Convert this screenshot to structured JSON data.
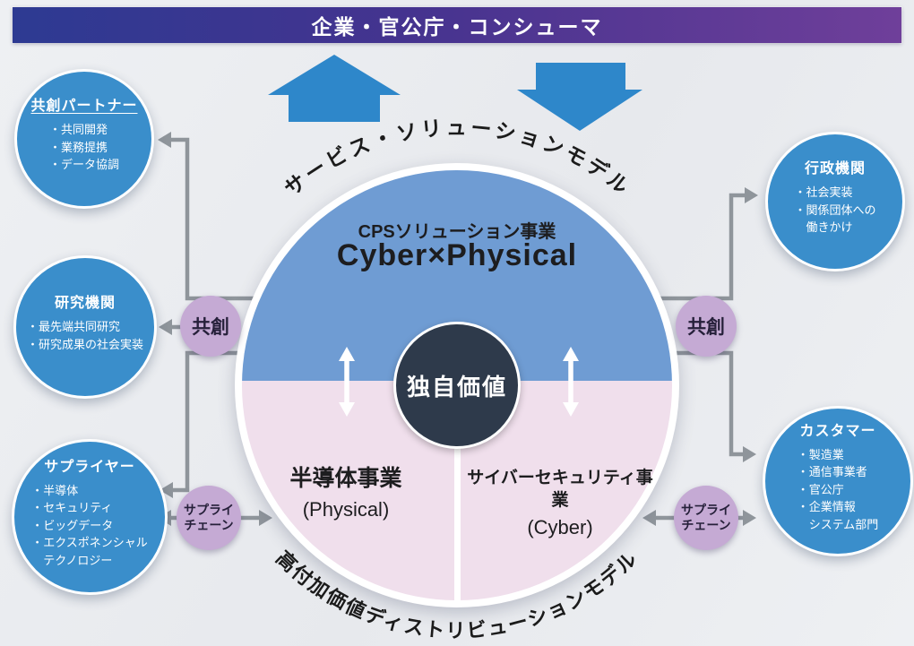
{
  "bullet_char": "・",
  "banner": {
    "title": "企業・官公庁・コンシューマ"
  },
  "arc_labels": {
    "top": "サービス・ソリューションモデル",
    "bottom": "高付加価値ディストリビューションモデル"
  },
  "hub": {
    "cps_subtitle": "CPSソリューション事業",
    "cps_title": "Cyber×Physical",
    "core_value": "独自価値",
    "semiconductor_title": "半導体事業",
    "semiconductor_subtitle": "(Physical)",
    "security_title": "サイバーセキュリティ事業",
    "security_subtitle": "(Cyber)"
  },
  "left_circles": [
    {
      "title": "共創パートナー",
      "items": [
        "共同開発",
        "業務提携",
        "データ協調"
      ]
    },
    {
      "title": "研究機関",
      "items": [
        "最先端共同研究",
        "研究成果の社会実装"
      ]
    },
    {
      "title": "サプライヤー",
      "items": [
        "半導体",
        "セキュリティ",
        "ビッグデータ",
        "エクスポネンシャル\nテクノロジー"
      ]
    }
  ],
  "right_circles": [
    {
      "title": "行政機関",
      "items": [
        "社会実装",
        "関係団体への\n働きかけ"
      ]
    },
    {
      "title": "カスタマー",
      "items": [
        "製造業",
        "通信事業者",
        "官公庁",
        "企業情報\nシステム部門"
      ]
    }
  ],
  "connector_labels": {
    "co_creation_left": "共創",
    "co_creation_right": "共創",
    "supply_chain_left": "サプライ\nチェーン",
    "supply_chain_right": "サプライ\nチェーン"
  },
  "colors": {
    "banner_gradient_start": "#2d3a92",
    "banner_gradient_end": "#6f3f9a",
    "partner_circle_blue": "#3a8ecb",
    "hub_top_blue": "#6f9cd3",
    "hub_bottom_pink": "#f0dfec",
    "core_navy": "#2e3a4b",
    "connector_purple": "#c5aad4",
    "flow_arrow_blue": "#2e87ca",
    "connector_gray": "#8f959b"
  }
}
